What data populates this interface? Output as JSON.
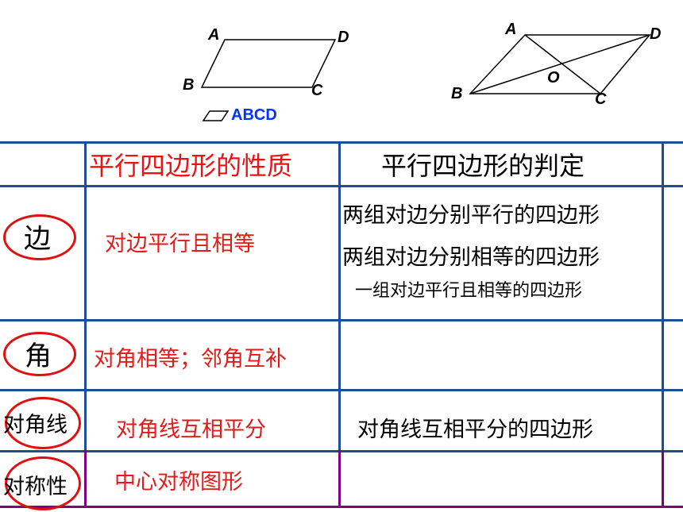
{
  "figure_left": {
    "labels": {
      "a": "A",
      "b": "B",
      "c": "C",
      "d": "D"
    },
    "caption": "ABCD"
  },
  "figure_right": {
    "labels": {
      "a": "A",
      "b": "B",
      "c": "C",
      "d": "D",
      "o": "O"
    }
  },
  "table": {
    "headers": {
      "property": "平行四边形的性质",
      "criteria": "平行四边形的判定"
    },
    "rows": [
      {
        "label": "边",
        "property": "对边平行且相等",
        "criteria": [
          "两组对边分别平行的四边形",
          "两组对边分别相等的四边形",
          "一组对边平行且相等的四边形"
        ]
      },
      {
        "label": "角",
        "property": "对角相等；邻角互补",
        "criteria": []
      },
      {
        "label": "对角线",
        "property": "对角线互相平分",
        "criteria": [
          "对角线互相平分的四边形"
        ]
      },
      {
        "label": "对称性",
        "property": "中心对称图形",
        "criteria": []
      }
    ]
  },
  "colors": {
    "property_text": "#e31a1a",
    "grid_line": "#1f4e99",
    "bottom_grid_line": "#800080",
    "highlight_circle": "#e01010",
    "caption": "#0033ff"
  }
}
